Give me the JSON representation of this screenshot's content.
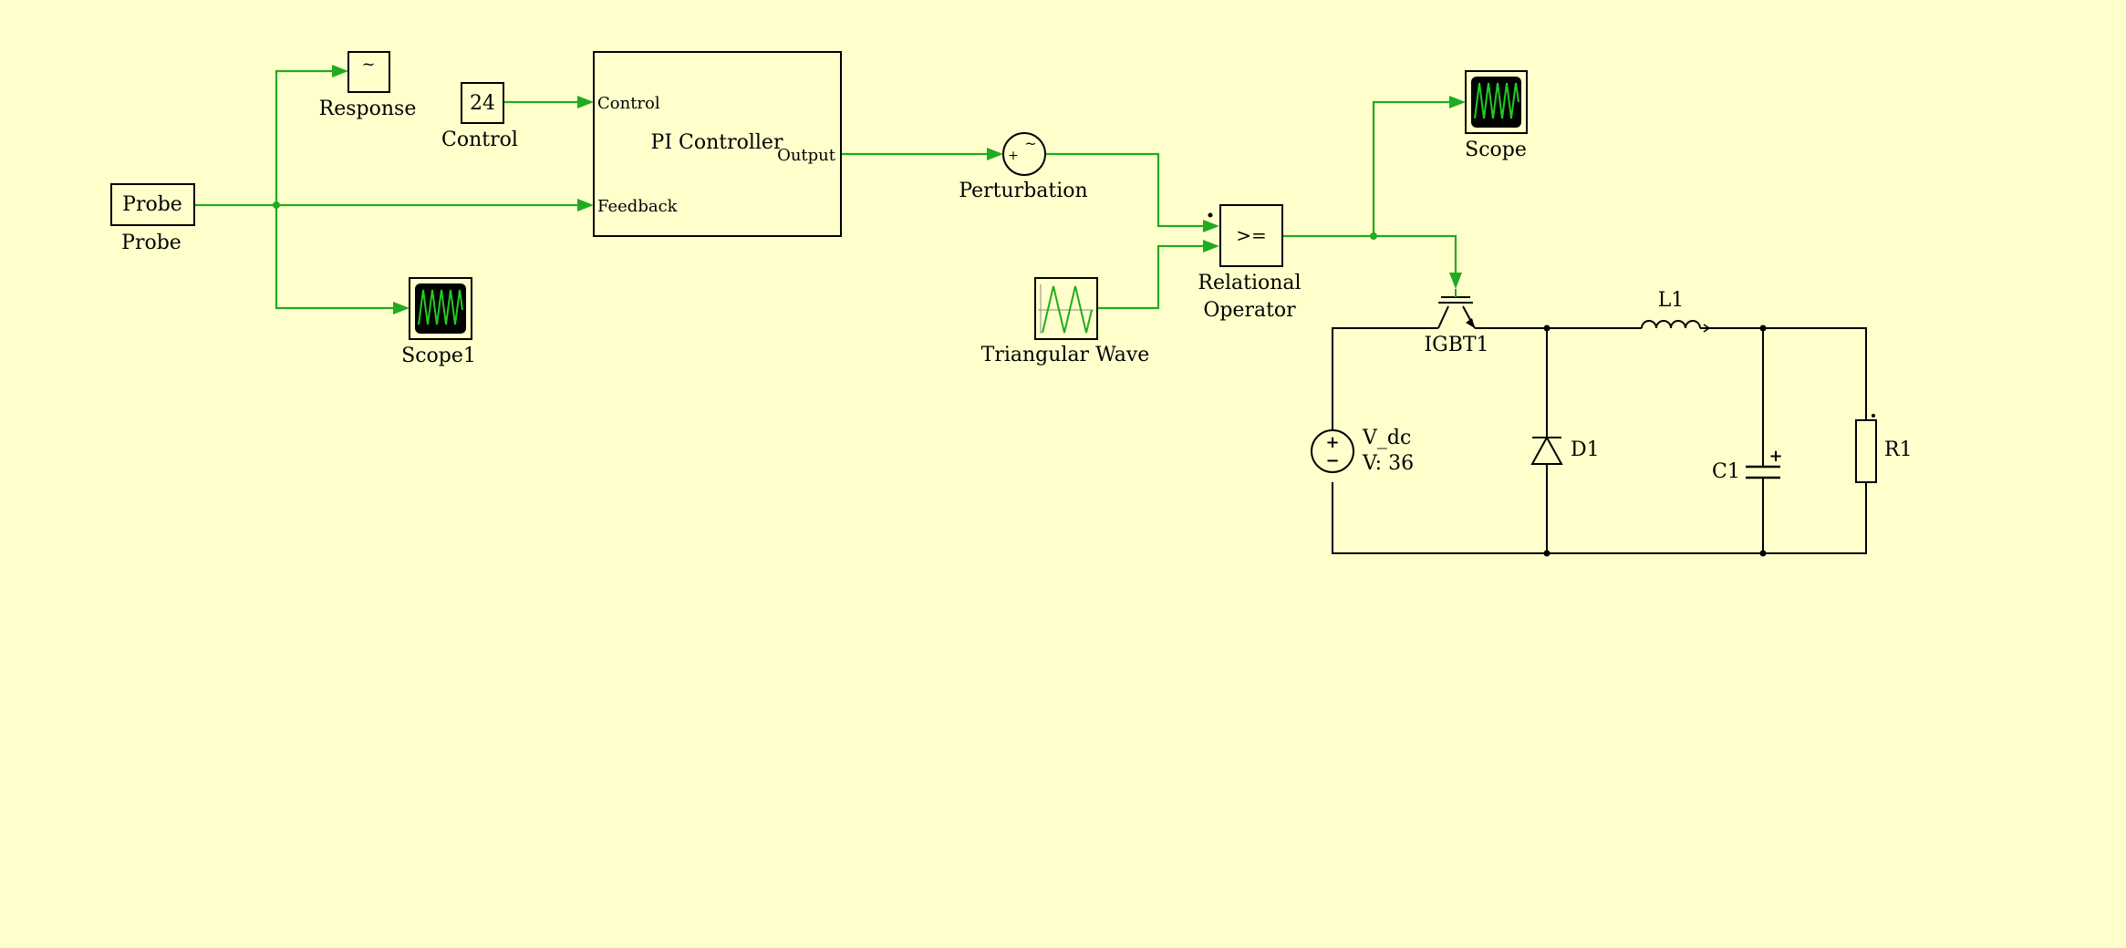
{
  "colors": {
    "background": "#ffffcc",
    "signal_wire": "#22aa22",
    "electrical_wire": "#000000"
  },
  "blocks": {
    "probe": {
      "text": "Probe",
      "label": "Probe"
    },
    "response": {
      "text": "~",
      "label": "Response"
    },
    "control": {
      "text": "24",
      "label": "Control"
    },
    "pi_controller": {
      "title": "PI Controller",
      "port_control": "Control",
      "port_feedback": "Feedback",
      "port_output": "Output"
    },
    "scope1": {
      "label": "Scope1"
    },
    "perturbation": {
      "plus": "+",
      "symbol": "~",
      "label": "Perturbation"
    },
    "triangular_wave": {
      "label": "Triangular Wave"
    },
    "relational_operator": {
      "symbol": ">=",
      "label_line1": "Relational",
      "label_line2": "Operator"
    },
    "scope": {
      "label": "Scope"
    }
  },
  "circuit": {
    "igbt": {
      "label": "IGBT1"
    },
    "inductor": {
      "label": "L1"
    },
    "vdc": {
      "label": "V_dc",
      "value": "V: 36",
      "plus": "+",
      "minus": "−"
    },
    "diode": {
      "label": "D1"
    },
    "capacitor": {
      "label": "C1",
      "plus": "+"
    },
    "resistor": {
      "label": "R1"
    }
  }
}
